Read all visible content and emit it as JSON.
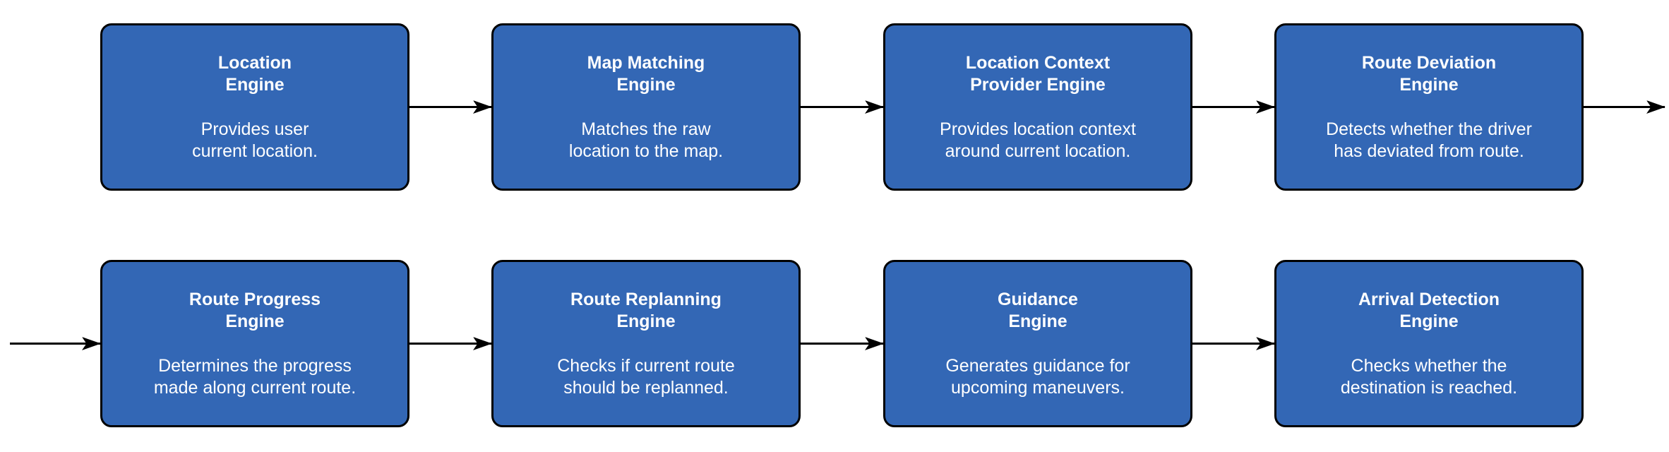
{
  "diagram": {
    "type": "flowchart",
    "colors": {
      "node_fill": "#3367B5",
      "node_border": "#000000",
      "node_text": "#FFFFFF",
      "arrow": "#000000",
      "background": "#FFFFFF"
    },
    "nodes": [
      {
        "id": "location-engine",
        "title": "Location\nEngine",
        "description": "Provides user\ncurrent location."
      },
      {
        "id": "map-matching-engine",
        "title": "Map Matching\nEngine",
        "description": "Matches the raw\nlocation to the map."
      },
      {
        "id": "location-context-provider-engine",
        "title": "Location Context\nProvider Engine",
        "description": "Provides location context\naround current location."
      },
      {
        "id": "route-deviation-engine",
        "title": "Route Deviation\nEngine",
        "description": "Detects whether the driver\nhas deviated from route."
      },
      {
        "id": "route-progress-engine",
        "title": "Route Progress\nEngine",
        "description": "Determines the progress\nmade along current route."
      },
      {
        "id": "route-replanning-engine",
        "title": "Route Replanning\nEngine",
        "description": "Checks if current route\nshould be replanned."
      },
      {
        "id": "guidance-engine",
        "title": "Guidance\nEngine",
        "description": "Generates guidance for\nupcoming maneuvers."
      },
      {
        "id": "arrival-detection-engine",
        "title": "Arrival Detection\nEngine",
        "description": "Checks whether the\ndestination is reached."
      }
    ],
    "edges": [
      {
        "from": "location-engine",
        "to": "map-matching-engine"
      },
      {
        "from": "map-matching-engine",
        "to": "location-context-provider-engine"
      },
      {
        "from": "location-context-provider-engine",
        "to": "route-deviation-engine"
      },
      {
        "from": "route-deviation-engine",
        "to": "offscreen-right"
      },
      {
        "from": "offscreen-left",
        "to": "route-progress-engine"
      },
      {
        "from": "route-progress-engine",
        "to": "route-replanning-engine"
      },
      {
        "from": "route-replanning-engine",
        "to": "guidance-engine"
      },
      {
        "from": "guidance-engine",
        "to": "arrival-detection-engine"
      }
    ]
  }
}
